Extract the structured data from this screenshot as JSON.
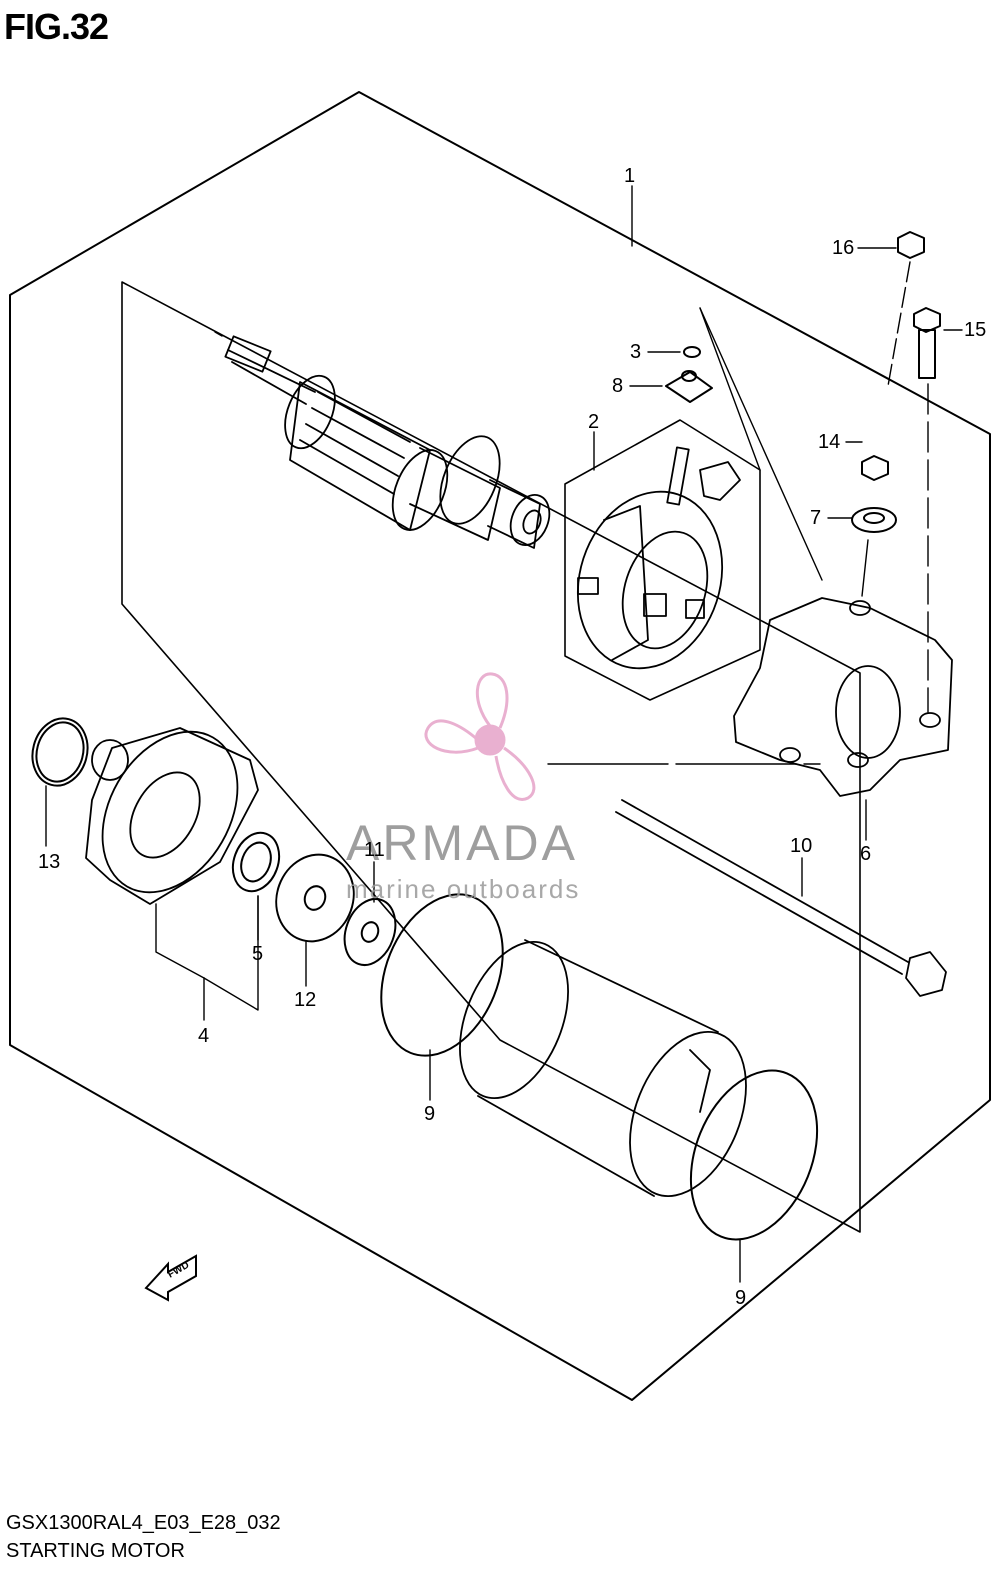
{
  "figure": {
    "title": "FIG.32"
  },
  "footer": {
    "code": "GSX1300RAL4_E03_E28_032",
    "name": "STARTING MOTOR"
  },
  "watermark": {
    "brand": "ARMADA",
    "tagline": "marine outboards",
    "color": "#e6a3c8"
  },
  "direction_marker": "FWD",
  "callouts": [
    "1",
    "2",
    "3",
    "4",
    "5",
    "6",
    "7",
    "8",
    "9",
    "9",
    "10",
    "11",
    "12",
    "13",
    "14",
    "15",
    "16"
  ]
}
